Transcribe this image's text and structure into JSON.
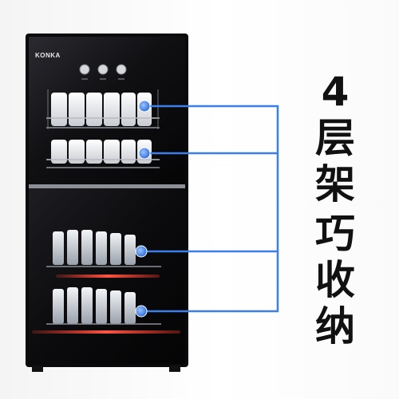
{
  "brand": {
    "logo_text": "KONKA"
  },
  "headline": {
    "line1": [
      "4",
      "层",
      "架"
    ],
    "line2": [
      "巧",
      "收",
      "纳"
    ]
  },
  "colors": {
    "cabinet_body": "#0b0b0d",
    "glass_panel": "#141417",
    "callout_blue": "#3d7fe8",
    "heater_glow": "#ff4a3a",
    "headline_text": "#111111"
  },
  "features": {
    "rack_count": 4,
    "control_knob_count": 3
  }
}
